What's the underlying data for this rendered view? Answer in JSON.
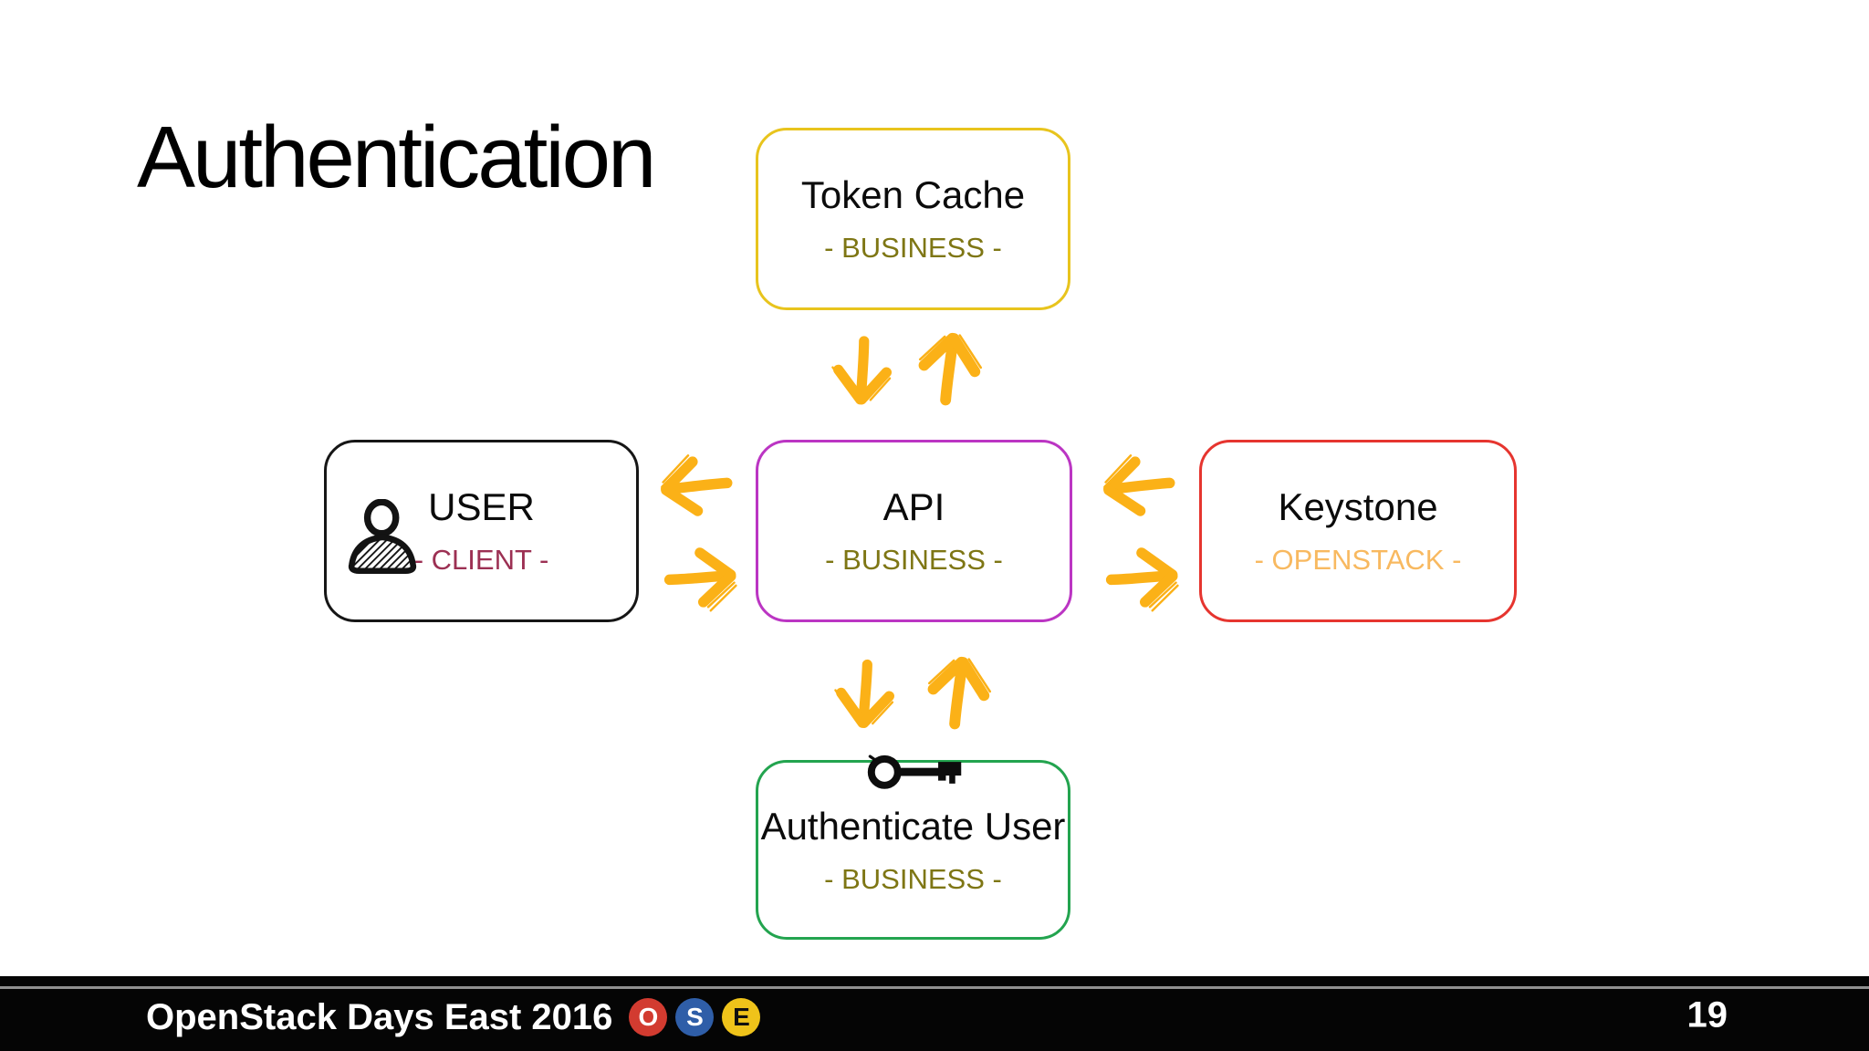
{
  "slide": {
    "title": "Authentication",
    "background_color": "#ffffff"
  },
  "diagram": {
    "arrow_color": "#FBB117",
    "nodes": [
      {
        "label": "Token Cache",
        "tag": "- BUSINESS -",
        "border_color": "#E8C41D",
        "tag_color": "#7E7614"
      },
      {
        "label": "USER",
        "tag": "- CLIENT -",
        "border_color": "#161616",
        "tag_color": "#9C3053",
        "icon": "person-icon"
      },
      {
        "label": "API",
        "tag": "- BUSINESS -",
        "border_color": "#BB35C3",
        "tag_color": "#7E7614"
      },
      {
        "label": "Keystone",
        "tag": "- OPENSTACK -",
        "border_color": "#E6352F",
        "tag_color": "#F8B960"
      },
      {
        "label": "Authenticate User",
        "tag": "- BUSINESS -",
        "border_color": "#23A44F",
        "tag_color": "#7E7614",
        "icon": "key-icon"
      }
    ],
    "connections": [
      {
        "between": [
          "Token Cache",
          "API"
        ],
        "type": "bidirectional"
      },
      {
        "between": [
          "USER",
          "API"
        ],
        "type": "bidirectional"
      },
      {
        "between": [
          "API",
          "Keystone"
        ],
        "type": "bidirectional"
      },
      {
        "between": [
          "API",
          "Authenticate User"
        ],
        "type": "bidirectional"
      }
    ]
  },
  "footer": {
    "bar_color": "#050505",
    "event_title": "OpenStack Days East 2016",
    "badges": [
      {
        "letter": "O",
        "bg_color": "#D23B30",
        "text_color": "#FFFFFF"
      },
      {
        "letter": "S",
        "bg_color": "#2F5EA8",
        "text_color": "#FFFFFF"
      },
      {
        "letter": "E",
        "bg_color": "#EFC31A",
        "text_color": "#101010"
      }
    ],
    "page_number": "19"
  }
}
